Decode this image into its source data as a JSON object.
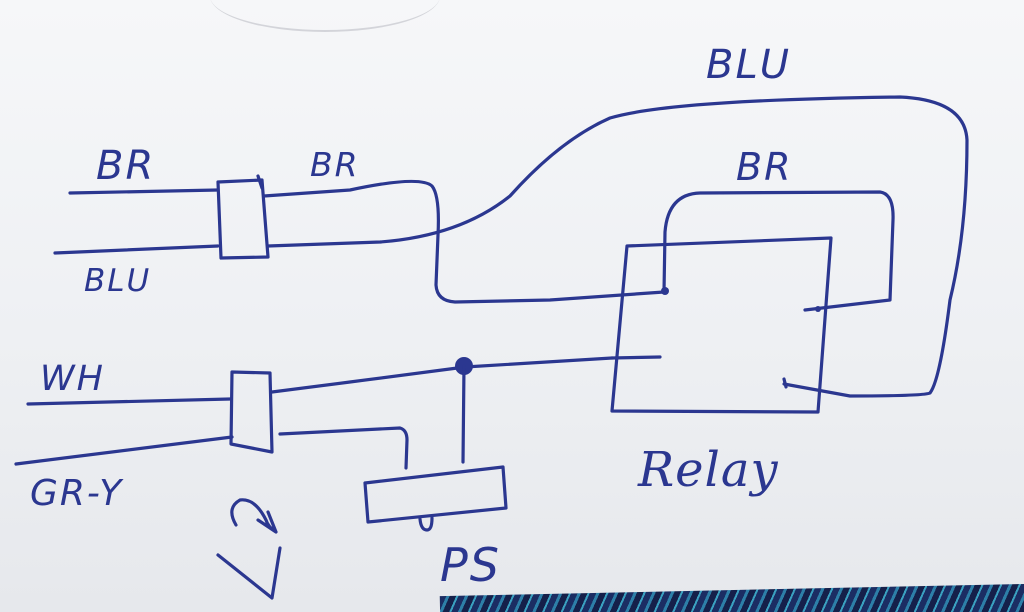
{
  "labels": {
    "left_top_input": "BR",
    "left_bottom_input": "BLU",
    "mid_wire": "BR",
    "top_loop": "BLU",
    "relay_loop": "BR",
    "power_top_input": "WH",
    "power_bottom_input": "GR-Y",
    "relay": "Relay",
    "power_supply": "PS"
  },
  "colors": {
    "ink": "#2b3790",
    "paper": "#f3f4f6"
  }
}
